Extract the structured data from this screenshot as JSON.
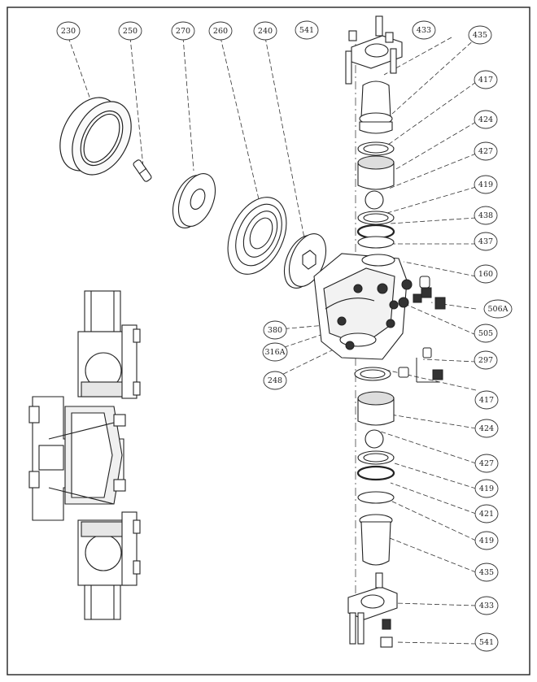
{
  "callouts": [
    {
      "id": "c230",
      "text": "230"
    },
    {
      "id": "c250",
      "text": "250"
    },
    {
      "id": "c270",
      "text": "270"
    },
    {
      "id": "c260",
      "text": "260"
    },
    {
      "id": "c240",
      "text": "240"
    },
    {
      "id": "c541",
      "text": "541"
    },
    {
      "id": "c433a",
      "text": "433"
    },
    {
      "id": "c435a",
      "text": "435"
    },
    {
      "id": "c417a",
      "text": "417"
    },
    {
      "id": "c424a",
      "text": "424"
    },
    {
      "id": "c427a",
      "text": "427"
    },
    {
      "id": "c419a",
      "text": "419"
    },
    {
      "id": "c438",
      "text": "438"
    },
    {
      "id": "c437",
      "text": "437"
    },
    {
      "id": "c160",
      "text": "160"
    },
    {
      "id": "c506a",
      "text": "506A"
    },
    {
      "id": "c505",
      "text": "505"
    },
    {
      "id": "c297",
      "text": "297"
    },
    {
      "id": "c380",
      "text": "380"
    },
    {
      "id": "c316",
      "text": "316A"
    },
    {
      "id": "c248",
      "text": "248"
    },
    {
      "id": "c417b",
      "text": "417"
    },
    {
      "id": "c424b",
      "text": "424"
    },
    {
      "id": "c427b",
      "text": "427"
    },
    {
      "id": "c419b",
      "text": "419"
    },
    {
      "id": "c421",
      "text": "421"
    },
    {
      "id": "c419c",
      "text": "419"
    },
    {
      "id": "c435b",
      "text": "435"
    },
    {
      "id": "c433b",
      "text": "433"
    },
    {
      "id": "c541b",
      "text": "541"
    }
  ]
}
